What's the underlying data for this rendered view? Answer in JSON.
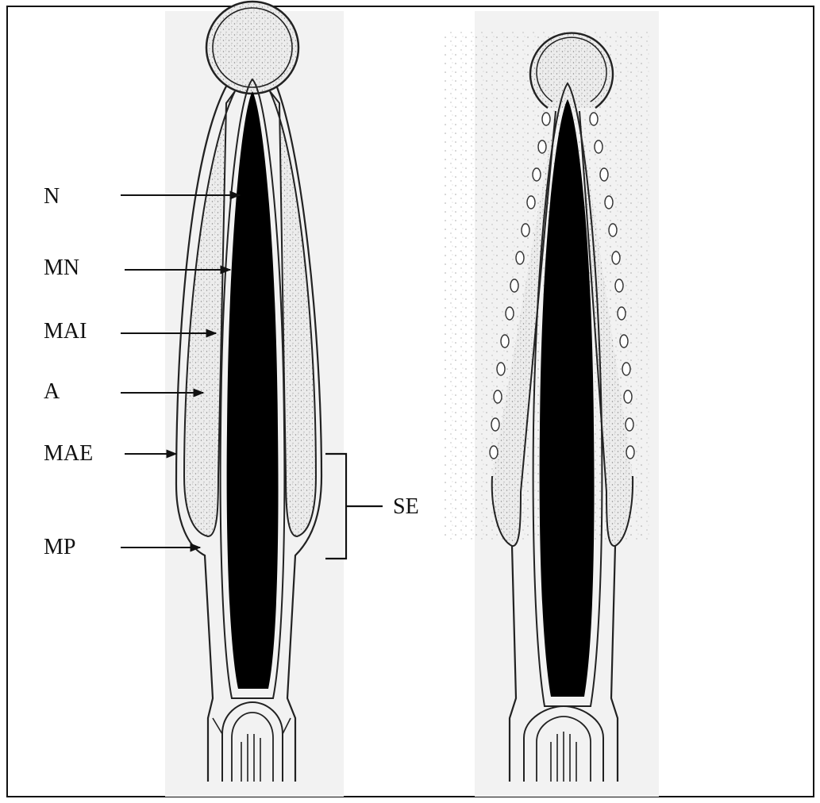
{
  "figure": {
    "labels": {
      "n": "N",
      "mn": "MN",
      "mai": "MAI",
      "a": "A",
      "mae": "MAE",
      "mp": "MP",
      "se": "SE"
    }
  },
  "colors": {
    "ink": "#111111",
    "panel": "#f2f2f2",
    "acrosome_stipple": "#8a8a8a",
    "nucleus": "#000000"
  }
}
